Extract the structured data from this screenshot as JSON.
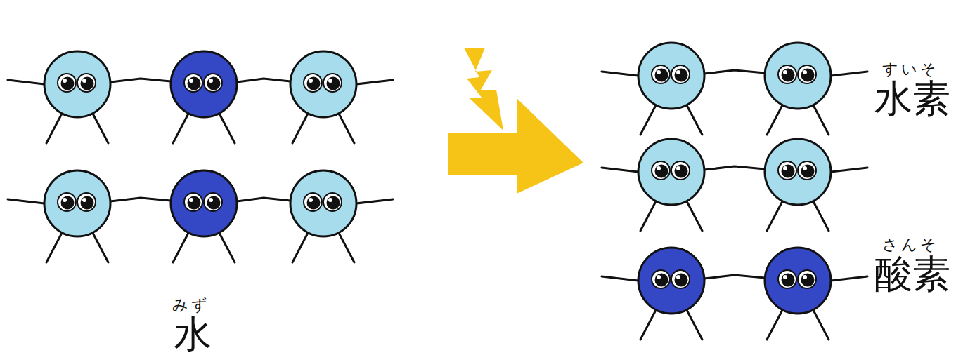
{
  "diagram": {
    "labels": [
      "みず",
      "水",
      "すいそ",
      "水素",
      "さんそ",
      "酸素"
    ]
  }
}
